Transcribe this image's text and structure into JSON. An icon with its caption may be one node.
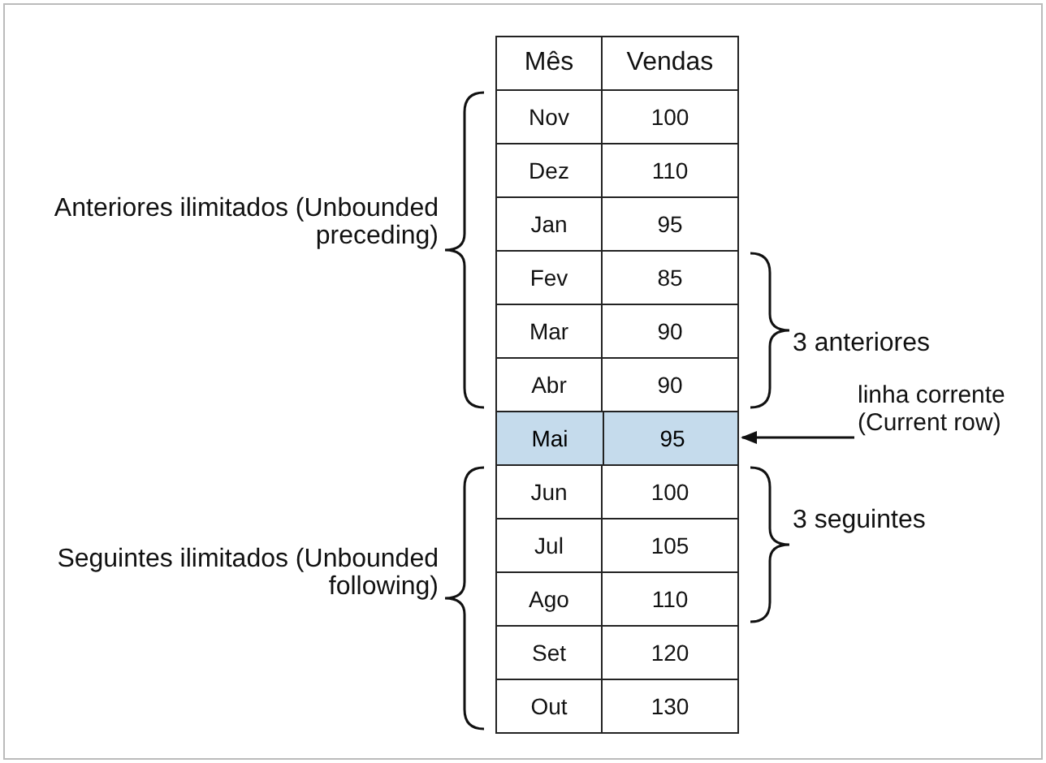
{
  "diagram": {
    "nodes": [
      {
        "text": [
          "Mai",
          "95"
        ]
      },
      {
        "text": [
          "linha corrente (Current row)"
        ]
      }
    ],
    "edges": [
      {
        "from": 1,
        "to": 0,
        "arrow": "to"
      }
    ],
    "labels": [
      "Mês",
      "Vendas",
      "Nov",
      "100",
      "Dez",
      "110",
      "Jan",
      "95",
      "Fev",
      "85",
      "Mar",
      "90",
      "Abr",
      "90",
      "Jun",
      "100",
      "Jul",
      "105",
      "Ago",
      "110",
      "Set",
      "120",
      "Out",
      "130",
      "Anteriores ilimitados (Unbounded preceding)",
      "3 anteriores",
      "3 seguintes",
      "Seguintes ilimitados (Unbounded following)"
    ]
  }
}
